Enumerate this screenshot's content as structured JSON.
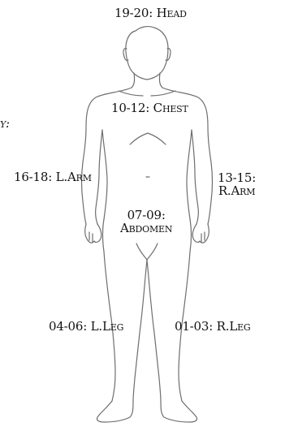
{
  "labels": {
    "head": "19-20: Head",
    "chest": "10-12: Chest",
    "left_arm": "16-18: L.Arm",
    "right_arm": {
      "line1": "13-15:",
      "line2": "R.Arm"
    },
    "abdomen": {
      "line1": "07-09:",
      "line2": "Abdomen"
    },
    "left_leg": "04-06: L.Leg",
    "right_leg": "01-03: R.Leg",
    "cut_off_text": "y:"
  },
  "colors": {
    "line": "#6e6e6e",
    "text": "#111111",
    "background": "#ffffff"
  }
}
